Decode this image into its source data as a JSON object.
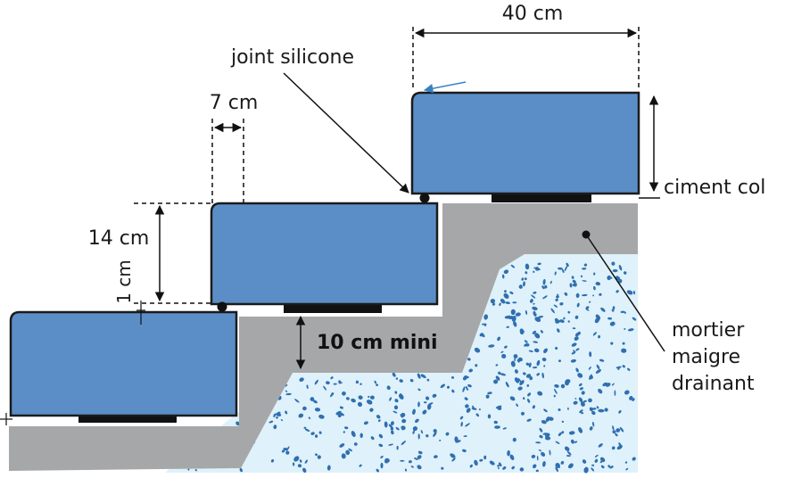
{
  "labels": {
    "width_top": "40 cm",
    "joint": "joint silicone",
    "overlap": "7 cm",
    "height": "14 cm",
    "gap": "1 cm",
    "min_depth": "10 cm mini",
    "glue": "ciment col",
    "mortar_line1": "mortier",
    "mortar_line2": "maigre",
    "mortar_line3": "drainant"
  },
  "colors": {
    "step": "#5b8ec7",
    "step_outline": "#1b1b1b",
    "mortar": "#a6a7a9",
    "gravel_bg": "#dff1fa",
    "gravel_dot": "#2f6fb0",
    "glue_pad": "#111111",
    "arrow_blue": "#3a7fc1"
  }
}
